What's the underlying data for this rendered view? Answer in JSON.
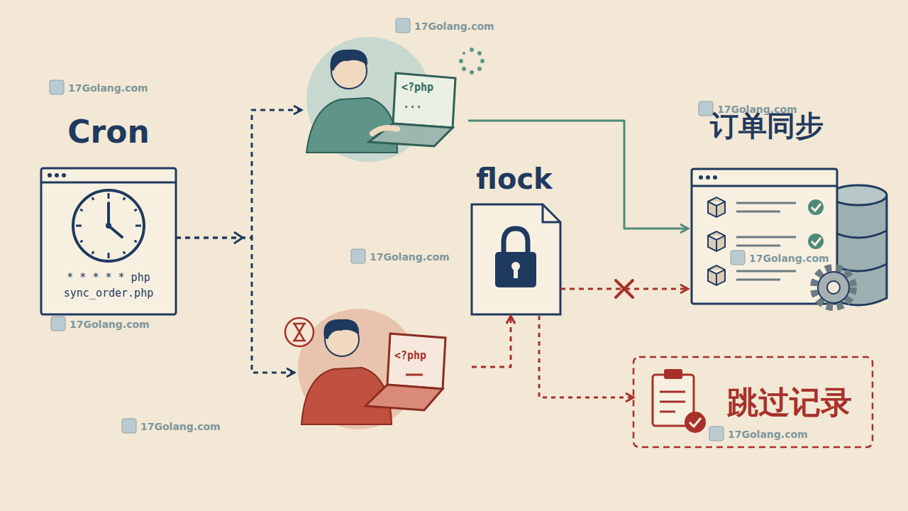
{
  "diagram": {
    "nodes": [
      {
        "text": [
          "Cron",
          "* * * * * php sync_order.php"
        ]
      },
      {
        "text": [
          "<?php",
          "..."
        ]
      },
      {
        "text": [
          "<?php"
        ]
      },
      {
        "text": [
          "flock"
        ]
      },
      {
        "text": [
          "订单同步"
        ]
      },
      {
        "text": [
          "跳过记录"
        ]
      }
    ],
    "edges": [
      {
        "from": 0,
        "to": 1,
        "arrow": "to"
      },
      {
        "from": 0,
        "to": 2,
        "arrow": "to"
      },
      {
        "from": 1,
        "to": 4,
        "arrow": "to"
      },
      {
        "from": 2,
        "to": 3,
        "arrow": "to"
      },
      {
        "from": 3,
        "to": 4,
        "arrow": "to"
      },
      {
        "from": 3,
        "to": 5,
        "arrow": "to"
      }
    ],
    "labels": [
      "17Golang.com",
      "17Golang.com",
      "17Golang.com",
      "17Golang.com",
      "17Golang.com",
      "17Golang.com",
      "17Golang.com",
      "17Golang.com"
    ]
  }
}
